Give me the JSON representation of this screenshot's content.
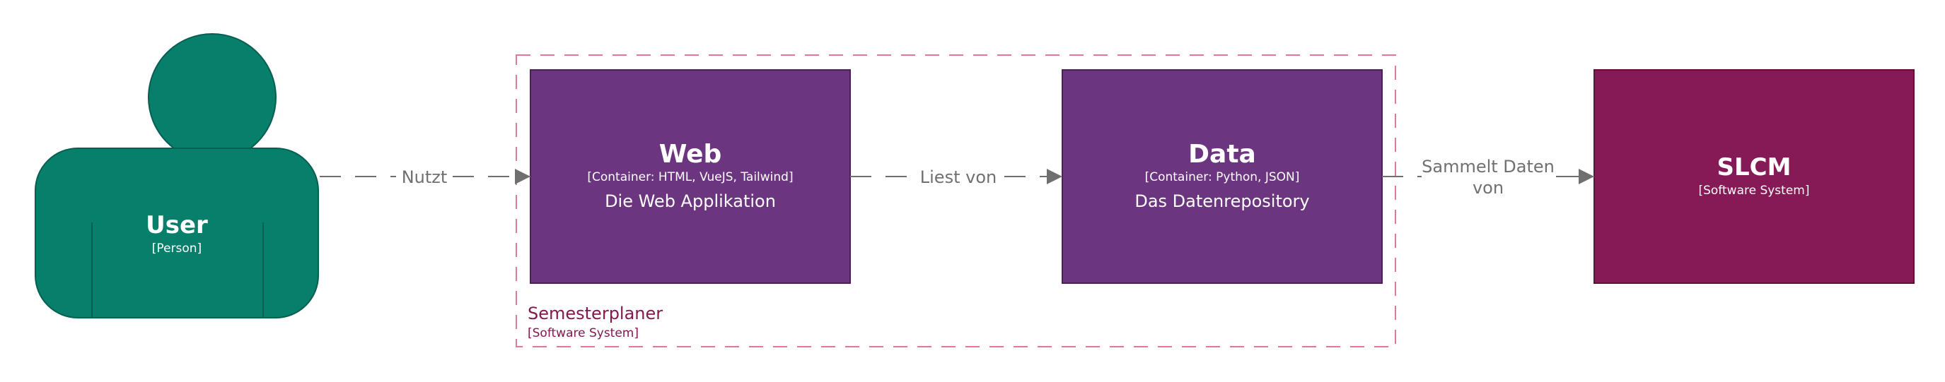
{
  "colors": {
    "person": "#087f6b",
    "person_stroke": "#065f50",
    "container": "#6c3580",
    "container_stroke": "#4d2059",
    "system": "#861a57",
    "system_stroke": "#5e1139",
    "boundary": "#e0789d",
    "edge": "#707070",
    "boundary_text": "#85184f"
  },
  "person": {
    "name": "User",
    "type": "[Person]",
    "icon": "person-shape"
  },
  "boundary": {
    "title": "Semesterplaner",
    "type": "[Software System]"
  },
  "containers": [
    {
      "id": "web",
      "name": "Web",
      "tech": "[Container: HTML, VueJS, Tailwind]",
      "description": "Die Web Applikation"
    },
    {
      "id": "data",
      "name": "Data",
      "tech": "[Container: Python, JSON]",
      "description": "Das Datenrepository"
    }
  ],
  "external_system": {
    "name": "SLCM",
    "type": "[Software System]"
  },
  "relationships": [
    {
      "from": "User",
      "to": "Web",
      "label": "Nutzt"
    },
    {
      "from": "Web",
      "to": "Data",
      "label": "Liest von"
    },
    {
      "from": "Data",
      "to": "SLCM",
      "label_line1": "Sammelt Daten",
      "label_line2": "von"
    }
  ]
}
